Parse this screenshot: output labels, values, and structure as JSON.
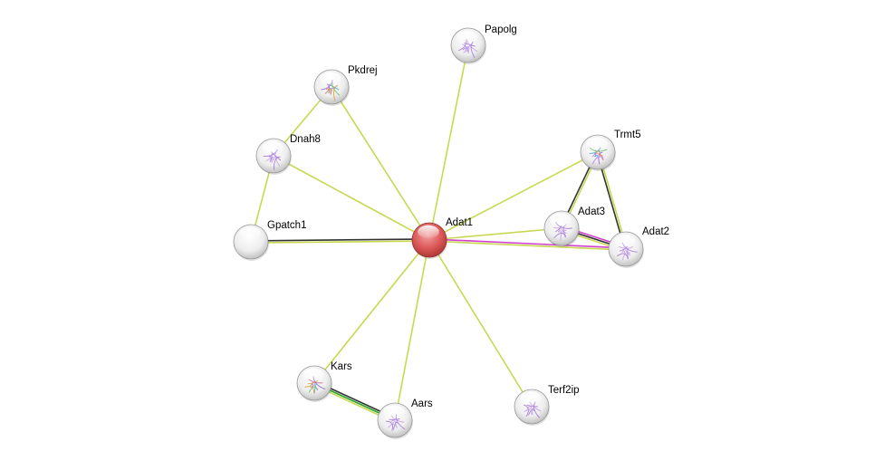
{
  "network": {
    "nodes": [
      {
        "id": "Adat1",
        "label": "Adat1",
        "query": true,
        "structure": false
      },
      {
        "id": "Papolg",
        "label": "Papolg",
        "query": false,
        "structure": true
      },
      {
        "id": "Pkdrej",
        "label": "Pkdrej",
        "query": false,
        "structure": true
      },
      {
        "id": "Dnah8",
        "label": "Dnah8",
        "query": false,
        "structure": true
      },
      {
        "id": "Gpatch1",
        "label": "Gpatch1",
        "query": false,
        "structure": false
      },
      {
        "id": "Trmt5",
        "label": "Trmt5",
        "query": false,
        "structure": true
      },
      {
        "id": "Adat3",
        "label": "Adat3",
        "query": false,
        "structure": true
      },
      {
        "id": "Adat2",
        "label": "Adat2",
        "query": false,
        "structure": true
      },
      {
        "id": "Kars",
        "label": "Kars",
        "query": false,
        "structure": true
      },
      {
        "id": "Aars",
        "label": "Aars",
        "query": false,
        "structure": true
      },
      {
        "id": "Terf2ip",
        "label": "Terf2ip",
        "query": false,
        "structure": true
      }
    ],
    "edges": [
      {
        "source": "Adat1",
        "target": "Papolg",
        "colors": [
          "#c8d850"
        ]
      },
      {
        "source": "Adat1",
        "target": "Pkdrej",
        "colors": [
          "#c8d850"
        ]
      },
      {
        "source": "Adat1",
        "target": "Dnah8",
        "colors": [
          "#c8d850"
        ]
      },
      {
        "source": "Adat1",
        "target": "Gpatch1",
        "colors": [
          "#c8d850",
          "#333333"
        ]
      },
      {
        "source": "Adat1",
        "target": "Trmt5",
        "colors": [
          "#c8d850"
        ]
      },
      {
        "source": "Adat1",
        "target": "Adat3",
        "colors": [
          "#c8d850"
        ]
      },
      {
        "source": "Adat1",
        "target": "Adat2",
        "colors": [
          "#d040d0",
          "#c8d850"
        ]
      },
      {
        "source": "Adat1",
        "target": "Kars",
        "colors": [
          "#c8d850"
        ]
      },
      {
        "source": "Adat1",
        "target": "Aars",
        "colors": [
          "#c8d850"
        ]
      },
      {
        "source": "Adat1",
        "target": "Terf2ip",
        "colors": [
          "#c8d850"
        ]
      },
      {
        "source": "Pkdrej",
        "target": "Dnah8",
        "colors": [
          "#c8d850"
        ]
      },
      {
        "source": "Dnah8",
        "target": "Gpatch1",
        "colors": [
          "#c8d850"
        ]
      },
      {
        "source": "Trmt5",
        "target": "Adat3",
        "colors": [
          "#c8d850",
          "#333333"
        ]
      },
      {
        "source": "Trmt5",
        "target": "Adat2",
        "colors": [
          "#c8d850",
          "#333333"
        ]
      },
      {
        "source": "Adat3",
        "target": "Adat2",
        "colors": [
          "#d040d0",
          "#333333",
          "#c8d850"
        ]
      },
      {
        "source": "Kars",
        "target": "Aars",
        "colors": [
          "#333333",
          "#20a020",
          "#c8d850"
        ]
      }
    ],
    "colors": {
      "query_node": "#d05050",
      "other_node": "#e6e6e6"
    }
  }
}
